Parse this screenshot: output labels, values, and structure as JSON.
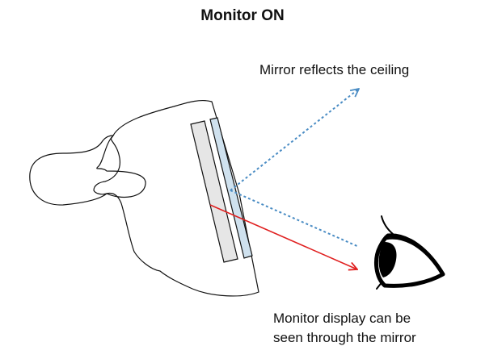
{
  "diagram": {
    "title": "Monitor ON",
    "mirror_label": "Mirror reflects the ceiling",
    "display_label_line1": "Monitor display can be",
    "display_label_line2": "seen through the mirror",
    "colors": {
      "reflection_ray": "#4a8cc4",
      "display_ray": "#e02020",
      "mirror_fill": "#cfe1ee",
      "monitor_fill": "#e6e6e6",
      "outline": "#111111"
    },
    "icons": [
      "camera-outline-icon",
      "eye-icon"
    ]
  }
}
